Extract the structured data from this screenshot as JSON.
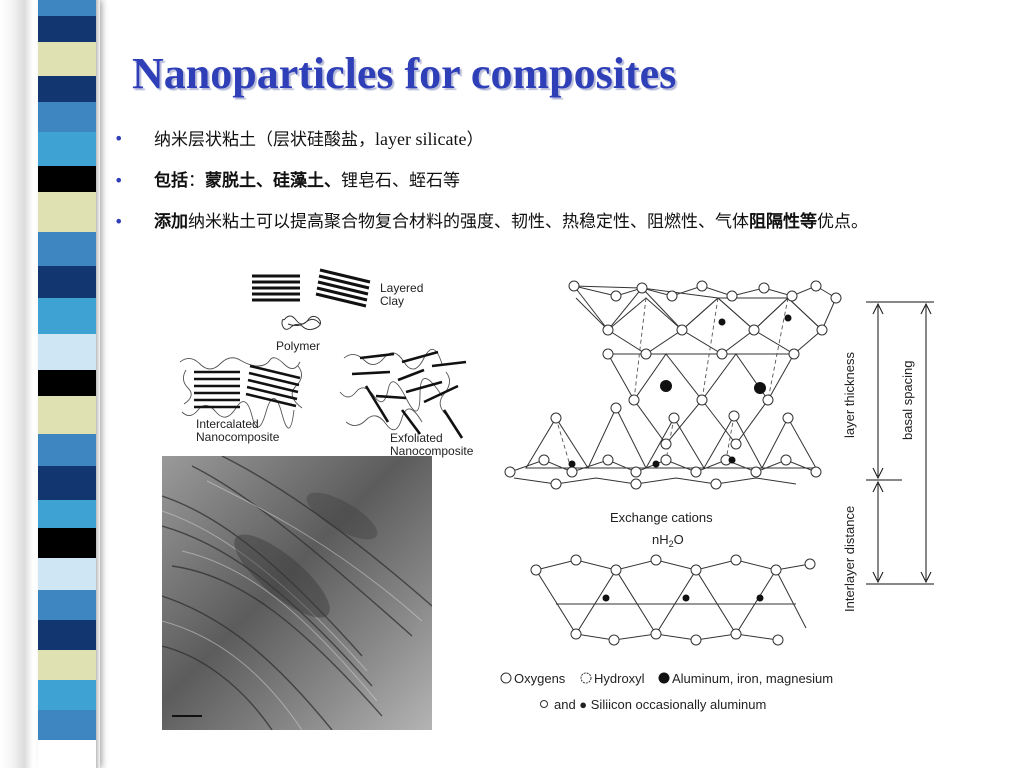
{
  "slide": {
    "title": "Nanoparticles for composites",
    "bullets": [
      {
        "segments": [
          {
            "text": "纳米层状粘土（层状硅酸盐，",
            "bold": false,
            "latin": false
          },
          {
            "text": "layer silicate",
            "bold": false,
            "latin": true
          },
          {
            "text": "）",
            "bold": false,
            "latin": false
          }
        ]
      },
      {
        "segments": [
          {
            "text": "包括",
            "bold": true,
            "latin": false
          },
          {
            "text": "：",
            "bold": false,
            "latin": false
          },
          {
            "text": "蒙脱土、硅藻土、",
            "bold": true,
            "latin": false
          },
          {
            "text": "锂皂石、蛭石等",
            "bold": false,
            "latin": false
          }
        ]
      },
      {
        "segments": [
          {
            "text": "添加",
            "bold": true,
            "latin": false
          },
          {
            "text": "纳米粘土可以提高聚合物复合材料的强度、韧性、热稳定性、阻燃性、气体",
            "bold": false,
            "latin": false
          },
          {
            "text": "阻隔性等",
            "bold": true,
            "latin": false
          },
          {
            "text": "优点。",
            "bold": false,
            "latin": false
          }
        ]
      }
    ]
  },
  "figure_clay": {
    "layered_clay": "Layered\nClay",
    "polymer": "Polymer",
    "intercalated": "Intercalated\nNanocomposite",
    "exfoliated": "Exfoliated\nNanocomposite"
  },
  "figure_structure": {
    "layer_thickness": "layer thickness",
    "basal_spacing": "basal spacing",
    "interlayer_distance": "Interlayer distance",
    "exchange_cations": "Exchange cations",
    "water": "nH2O",
    "legend": {
      "oxygens": "Oxygens",
      "hydroxyl": "Hydroxyl",
      "aluminum": "Aluminum, iron, magnesium",
      "silicon": "and  ● Siliicon occasionally aluminum"
    }
  },
  "theme": {
    "title_color": "#2f3fb8",
    "stripe_colors": [
      "#3e86c1",
      "#12366f",
      "#dfe1b3",
      "#000000",
      "#3ea3d3",
      "#cfe7f5"
    ]
  }
}
